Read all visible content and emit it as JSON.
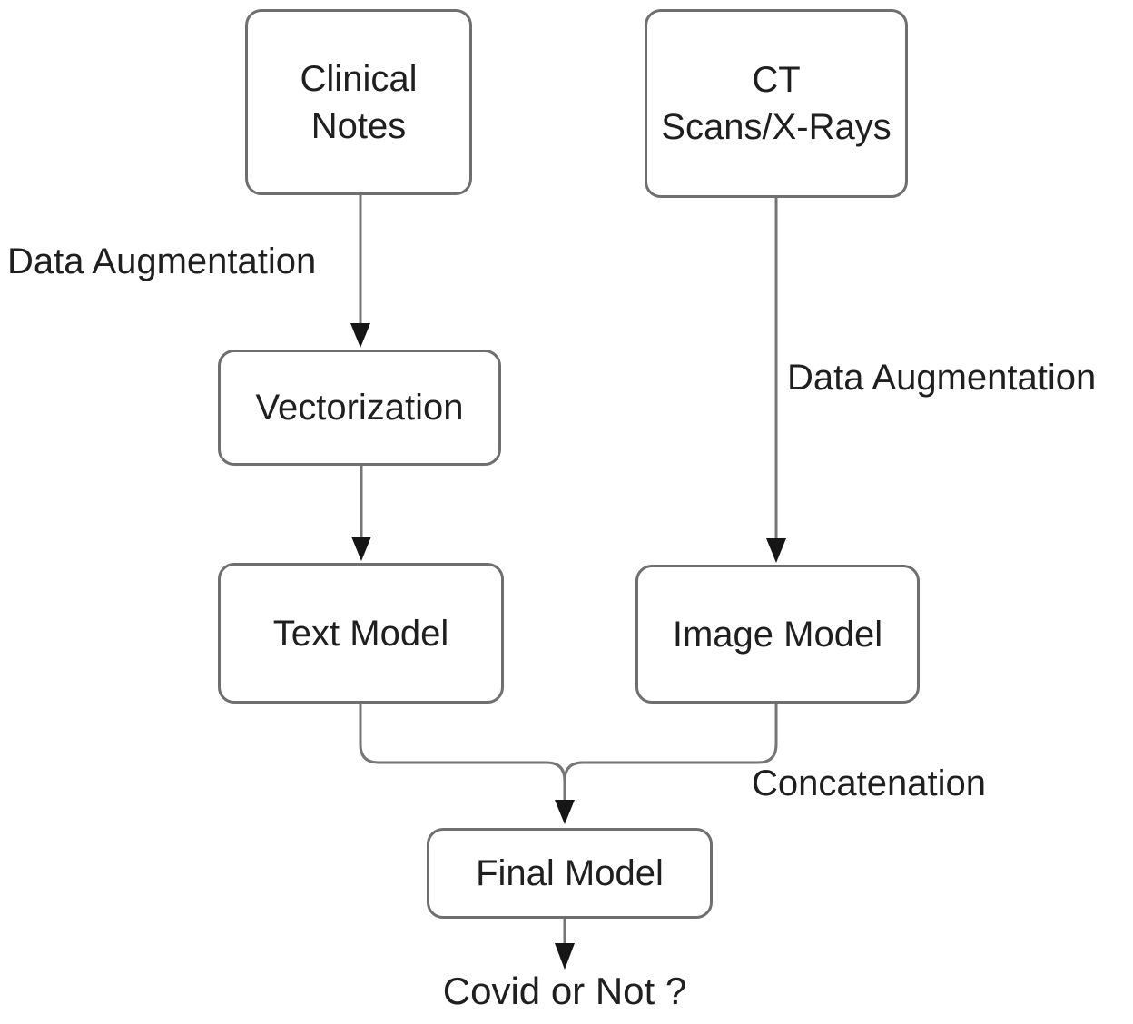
{
  "diagram": {
    "type": "flowchart",
    "nodes": {
      "clinical_notes": {
        "label": "Clinical\nNotes"
      },
      "ct_scans_xrays": {
        "label": "CT\nScans/X-Rays"
      },
      "vectorization": {
        "label": "Vectorization"
      },
      "text_model": {
        "label": "Text Model"
      },
      "image_model": {
        "label": "Image Model"
      },
      "final_model": {
        "label": "Final Model"
      }
    },
    "edge_labels": {
      "data_augmentation_left": {
        "text": "Data Augmentation"
      },
      "data_augmentation_right": {
        "text": "Data Augmentation"
      },
      "concatenation": {
        "text": "Concatenation"
      }
    },
    "output": {
      "label": "Covid or Not ?"
    },
    "edges": [
      "Clinical Notes -> Vectorization (Data Augmentation)",
      "Vectorization -> Text Model",
      "CT Scans/X-Rays -> Image Model (Data Augmentation)",
      "Text Model + Image Model -> Final Model (Concatenation)",
      "Final Model -> Covid or Not ?"
    ],
    "colors": {
      "background": "#ffffff",
      "node_border": "#6f6f6f",
      "edge_line": "#757575",
      "arrowhead": "#161616",
      "text": "#1f1f1f"
    }
  }
}
